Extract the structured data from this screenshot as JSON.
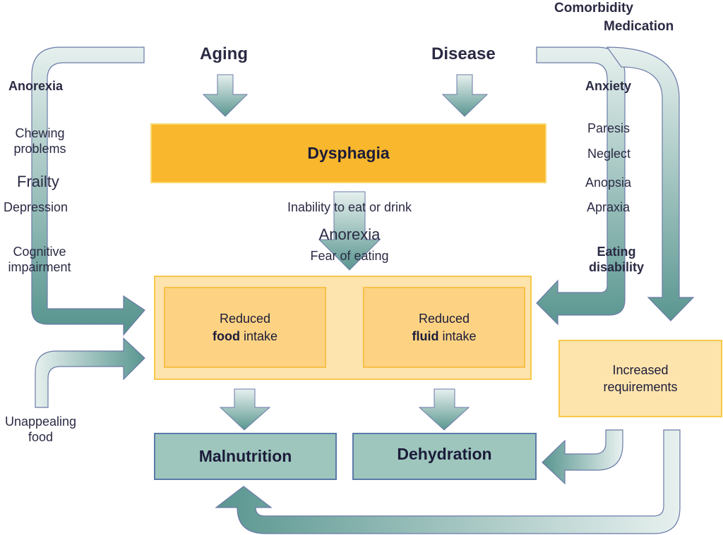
{
  "causes": {
    "aging": "Aging",
    "disease": "Disease",
    "comorbidity": "Comorbidity",
    "medication": "Medication"
  },
  "left_factors": {
    "anorexia": "Anorexia",
    "chewing_1": "Chewing",
    "chewing_2": "problems",
    "frailty": "Frailty",
    "depression": "Depression",
    "cognitive_1": "Cognitive",
    "cognitive_2": "impairment",
    "unappealing_1": "Unappealing",
    "unappealing_2": "food"
  },
  "right_factors": {
    "anxiety": "Anxiety",
    "paresis": "Paresis",
    "neglect": "Neglect",
    "anopsia": "Anopsia",
    "apraxia": "Apraxia",
    "eating_1": "Eating",
    "eating_2": "disability"
  },
  "center": {
    "dysphagia": "Dysphagia",
    "inability": "Inability to eat or drink",
    "anorexia": "Anorexia",
    "fear": "Fear of eating"
  },
  "intake": {
    "food_line1": "Reduced",
    "food_bold": "food",
    "food_rest": " intake",
    "fluid_line1": "Reduced",
    "fluid_bold": "fluid",
    "fluid_rest": " intake"
  },
  "requirements": {
    "line1": "Increased",
    "line2": "requirements"
  },
  "outcomes": {
    "malnutrition": "Malnutrition",
    "dehydration": "Dehydration"
  },
  "colors": {
    "teal_dark": "#5a9690",
    "teal_light": "#e6f0ee",
    "dysphagia_fill": "#f8b72c",
    "intake_outer": "#fde3ad",
    "intake_inner": "#fdd383",
    "orange_border": "#f8c84a",
    "outcome_fill": "#9ec6bd",
    "outcome_border": "#5a7aa8",
    "requirements_fill": "#fde4ad"
  }
}
